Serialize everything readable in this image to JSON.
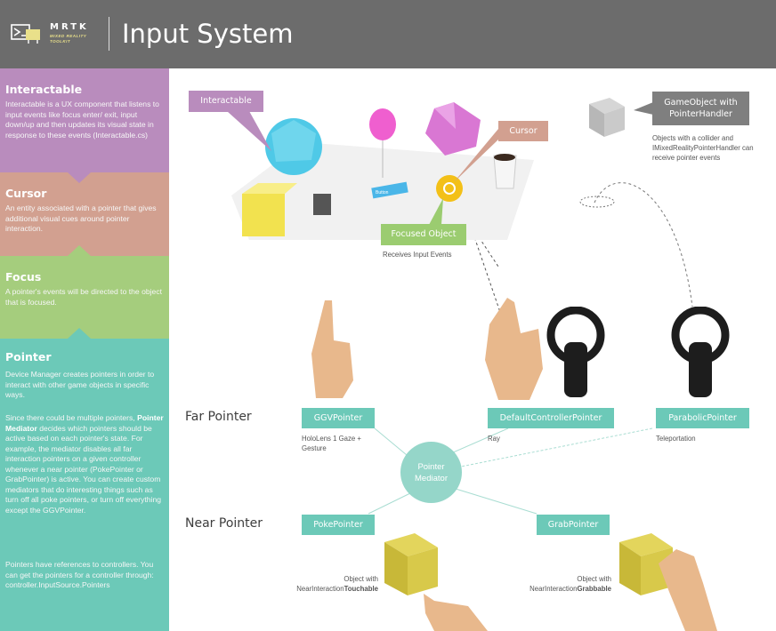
{
  "header": {
    "brand": "MRTK",
    "brand_sub": "MIXED REALITY TOOLKIT",
    "title": "Input System"
  },
  "sidebar": {
    "interactable": {
      "title": "Interactable",
      "body": "Interactable is a UX component that listens to input events like focus enter/ exit, input down/up and then updates its visual state in response to these events (Interactable.cs)"
    },
    "cursor": {
      "title": "Cursor",
      "body": "An entity associated with a pointer that gives additional visual cues around pointer interaction."
    },
    "focus": {
      "title": "Focus",
      "body": "A pointer's events will be directed to the object that is focused."
    },
    "pointer": {
      "title": "Pointer",
      "body1": "Device Manager creates pointers in order to interact with other game objects in specific ways.",
      "body2_a": "Since there could be multiple pointers, ",
      "body2_b": "Pointer Mediator",
      "body2_c": " decides which pointers should be active based on each pointer's state. For example, the mediator disables all far interaction pointers on a given controller whenever a near pointer (PokePointer or GrabPointer) is active. You can create custom mediators that do interesting things such as turn off all poke pointers, or turn off everything except the GGVPointer.",
      "body3": "Pointers have references to controllers. You can get the pointers for a controller through: controller.InputSource.Pointers"
    }
  },
  "scene": {
    "interactable_label": "Interactable",
    "cursor_label": "Cursor",
    "focused_label": "Focused Object",
    "focused_note": "Receives Input Events",
    "button_text": "Button",
    "gameobject_label": "GameObject with PointerHandler",
    "gameobject_note": "Objects with a collider and IMixedRealityPointerHandler can receive pointer events"
  },
  "pointers": {
    "far_label": "Far Pointer",
    "near_label": "Near Pointer",
    "mediator": "Pointer Mediator",
    "ggv": {
      "name": "GGVPointer",
      "note": "HoloLens 1 Gaze + Gesture"
    },
    "default": {
      "name": "DefaultControllerPointer",
      "note": "Ray"
    },
    "parabolic": {
      "name": "ParabolicPointer",
      "note": "Teleportation"
    },
    "poke": {
      "name": "PokePointer",
      "note_a": "Object with",
      "note_b": "NearInteraction",
      "note_c": "Touchable"
    },
    "grab": {
      "name": "GrabPointer",
      "note_a": "Object with",
      "note_b": "NearInteraction",
      "note_c": "Grabbable"
    }
  },
  "colors": {
    "header": "#6c6c6c",
    "interactable": "#b98cbd",
    "cursor": "#d2a090",
    "focus": "#a5cd7d",
    "pointer": "#6cc9b8",
    "gameobject": "#7f7f7f"
  }
}
